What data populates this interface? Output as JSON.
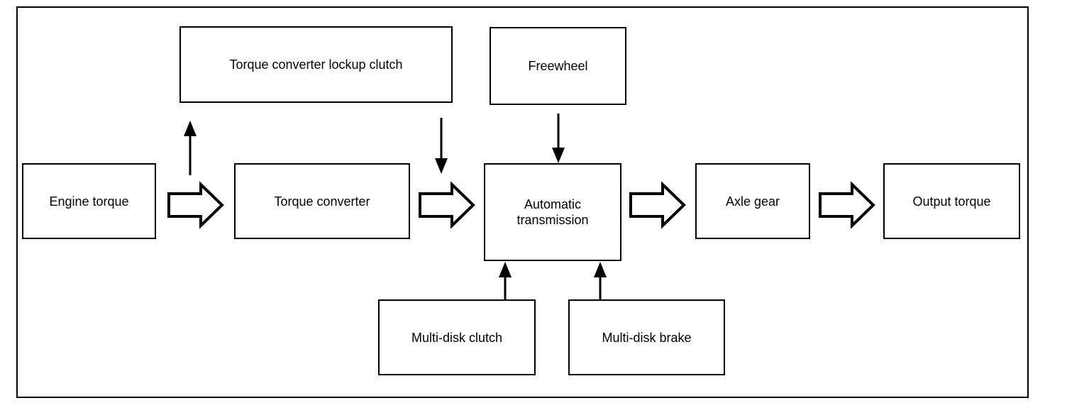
{
  "window": {
    "background": "#ffffff",
    "line_color": "#000000",
    "text_color": "#000000"
  },
  "nodes": {
    "lockup_clutch": {
      "label": "Torque converter lockup clutch"
    },
    "freewheel": {
      "label": "Freewheel"
    },
    "engine_torque": {
      "label": "Engine torque"
    },
    "torque_converter": {
      "label": "Torque converter"
    },
    "automatic_transmission": {
      "label": "Automatic transmission"
    },
    "axle_gear": {
      "label": "Axle gear"
    },
    "output_torque": {
      "label": "Output torque"
    },
    "multi_disk_clutch": {
      "label": "Multi-disk clutch"
    },
    "multi_disk_brake": {
      "label": "Multi-disk brake"
    }
  },
  "edges": [
    {
      "from": "engine_torque",
      "to": "torque_converter",
      "style": "block-arrow-right"
    },
    {
      "from": "torque_converter",
      "to": "automatic_transmission",
      "style": "block-arrow-right"
    },
    {
      "from": "automatic_transmission",
      "to": "axle_gear",
      "style": "block-arrow-right"
    },
    {
      "from": "axle_gear",
      "to": "output_torque",
      "style": "block-arrow-right"
    },
    {
      "from": "main_flow",
      "to": "lockup_clutch",
      "style": "thin-arrow-up"
    },
    {
      "from": "lockup_clutch",
      "to": "main_flow",
      "style": "thin-arrow-down"
    },
    {
      "from": "freewheel",
      "to": "automatic_transmission",
      "style": "thin-arrow-down"
    },
    {
      "from": "multi_disk_clutch",
      "to": "automatic_transmission",
      "style": "thin-arrow-up"
    },
    {
      "from": "multi_disk_brake",
      "to": "automatic_transmission",
      "style": "thin-arrow-up"
    }
  ]
}
